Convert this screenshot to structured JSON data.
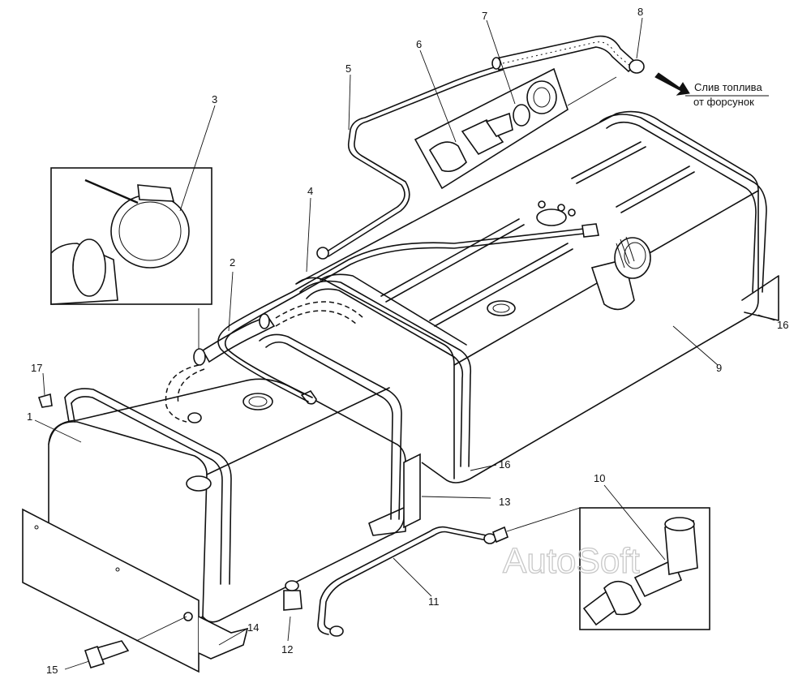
{
  "diagram": {
    "caption_lines": [
      "Слив топлива",
      "от форсунок"
    ],
    "watermark": "AutoSoft",
    "callouts": [
      {
        "id": "1",
        "label": "1"
      },
      {
        "id": "2",
        "label": "2"
      },
      {
        "id": "3",
        "label": "3"
      },
      {
        "id": "4",
        "label": "4"
      },
      {
        "id": "5",
        "label": "5"
      },
      {
        "id": "6",
        "label": "6"
      },
      {
        "id": "7",
        "label": "7"
      },
      {
        "id": "8",
        "label": "8"
      },
      {
        "id": "9",
        "label": "9"
      },
      {
        "id": "10",
        "label": "10"
      },
      {
        "id": "11",
        "label": "11"
      },
      {
        "id": "12",
        "label": "12"
      },
      {
        "id": "13",
        "label": "13"
      },
      {
        "id": "14",
        "label": "14"
      },
      {
        "id": "15",
        "label": "15"
      },
      {
        "id": "16a",
        "label": "16"
      },
      {
        "id": "16b",
        "label": "16"
      },
      {
        "id": "17",
        "label": "17"
      }
    ]
  }
}
